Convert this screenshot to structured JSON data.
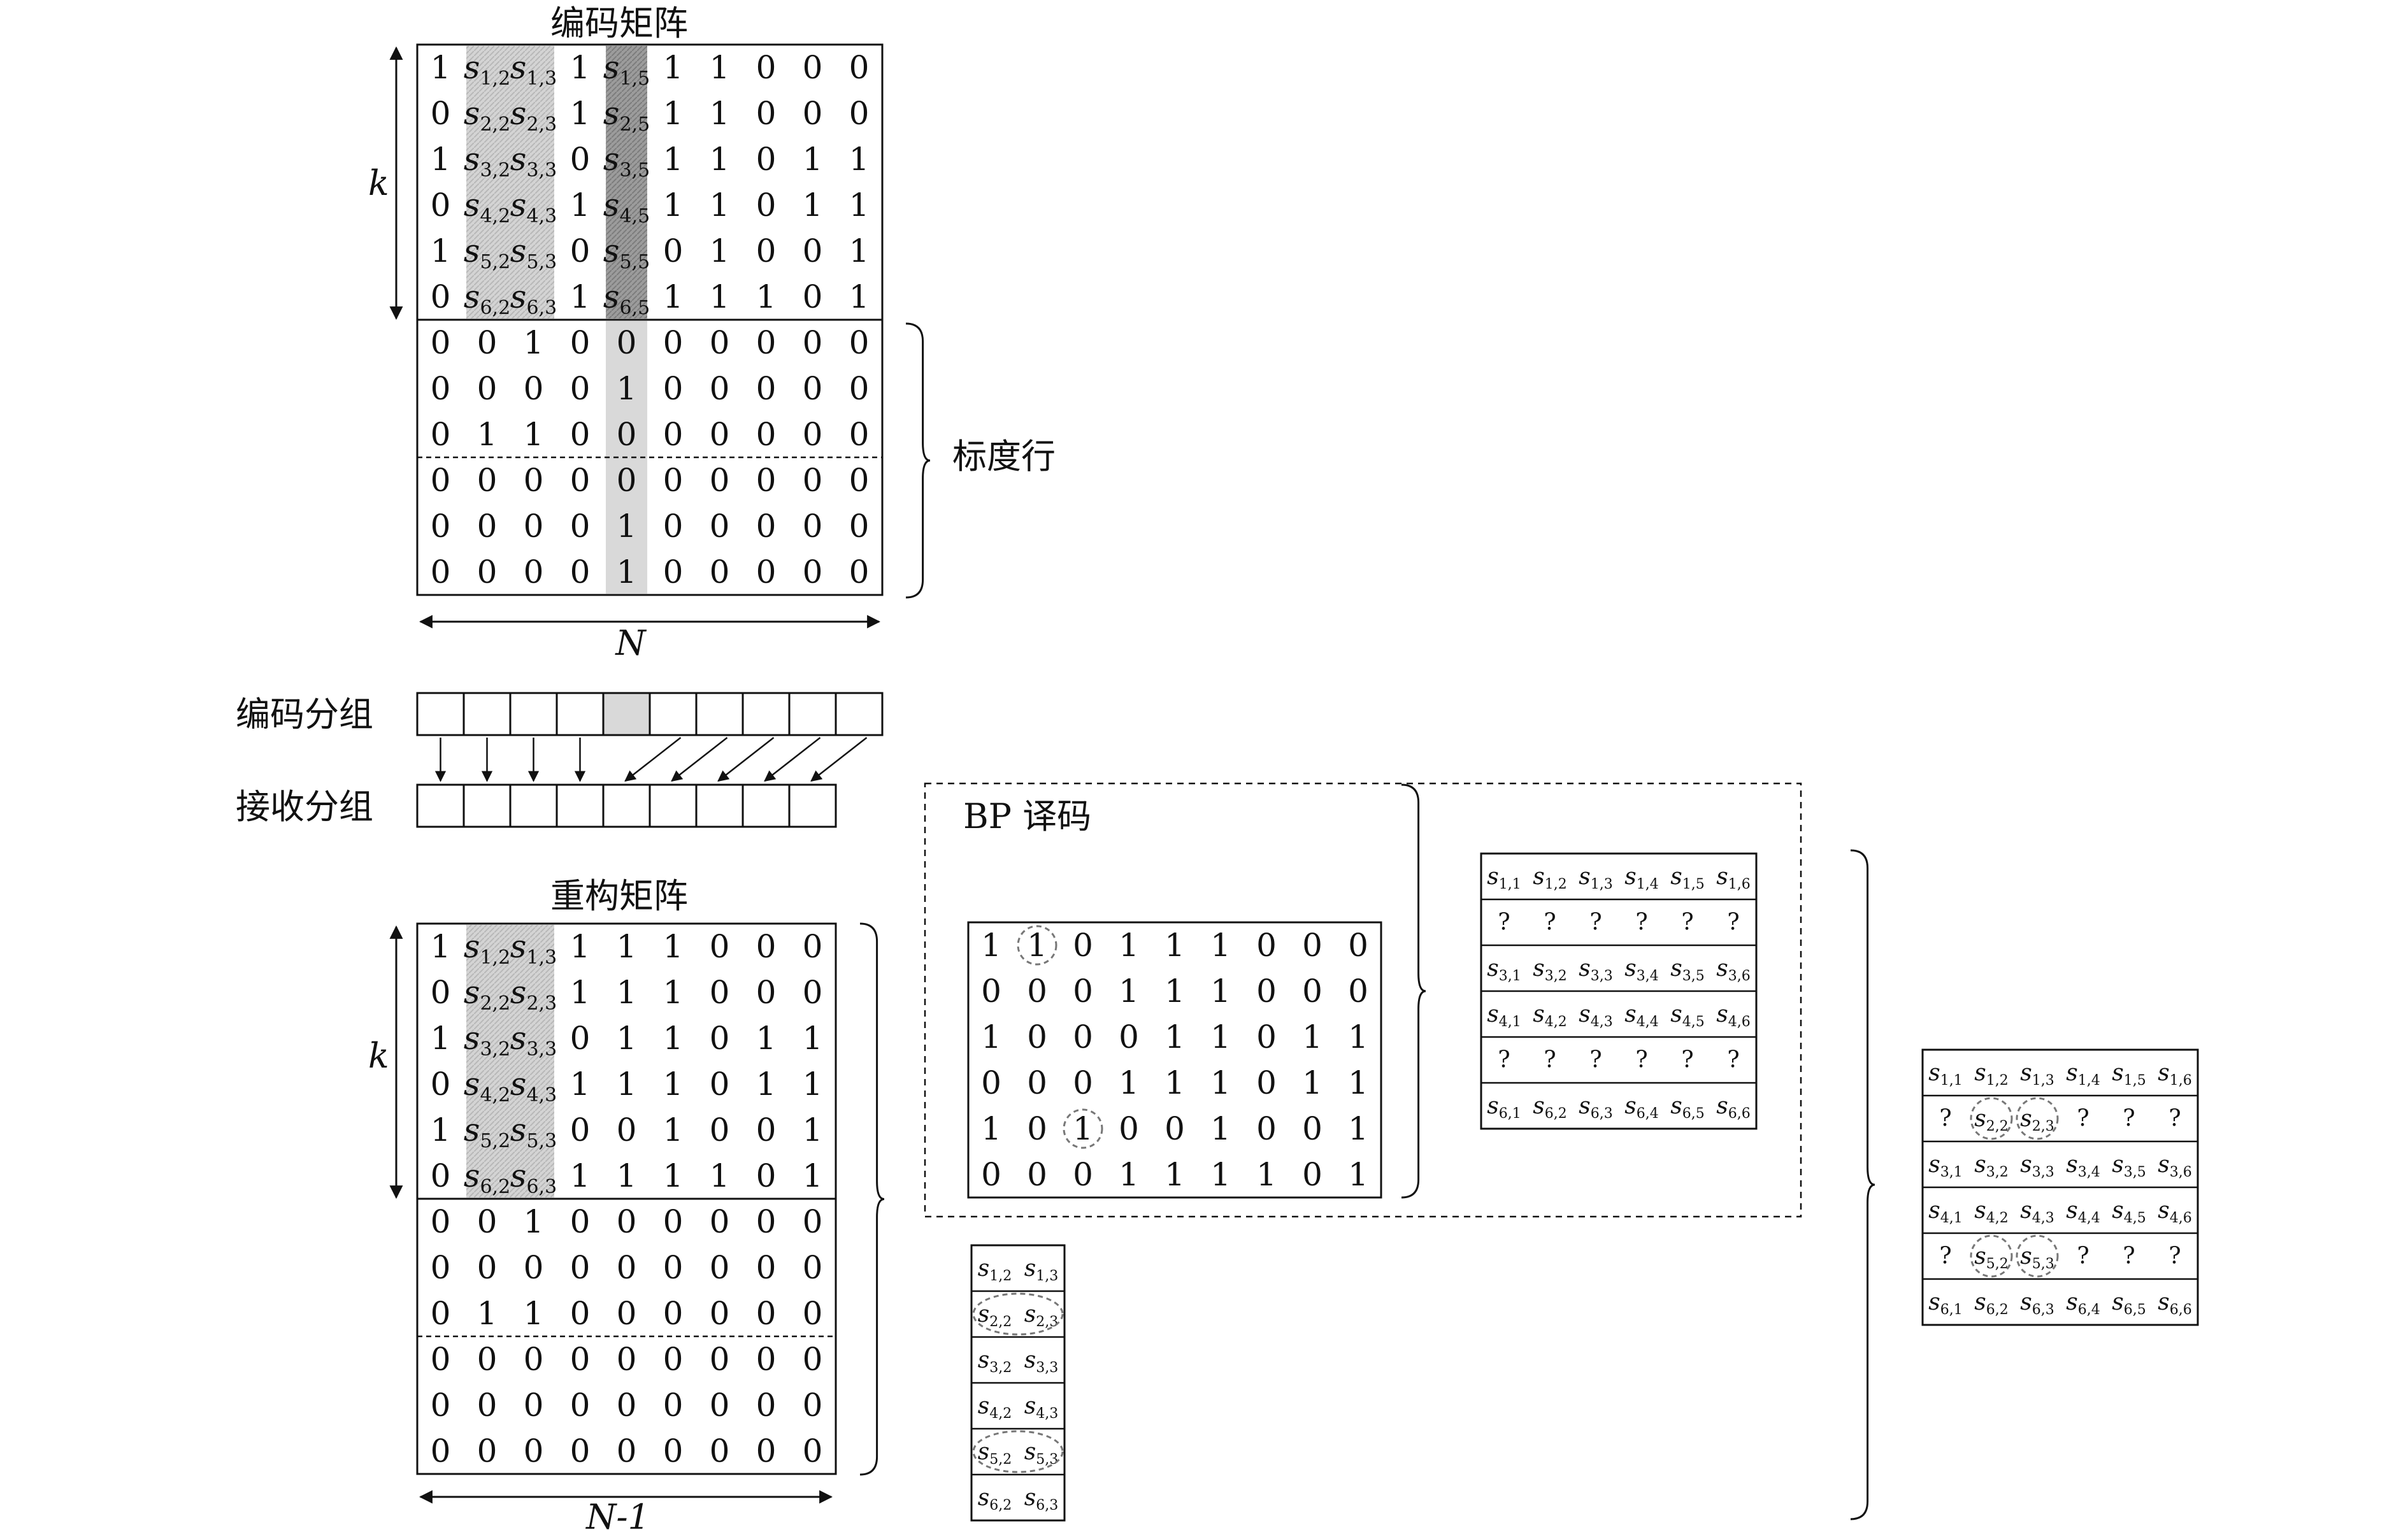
{
  "labels": {
    "coding_matrix": "编码矩阵",
    "recon_matrix": "重构矩阵",
    "calibration_rows": "标度行",
    "coded_groups": "编码分组",
    "received_groups": "接收分组",
    "bp_decoding": "BP 译码",
    "k": "k",
    "N": "N",
    "N_minus_1": "N-1"
  },
  "coding_matrix": {
    "rows": [
      [
        "1",
        "s1,2",
        "s1,3",
        "1",
        "s1,5",
        "1",
        "1",
        "0",
        "0",
        "0"
      ],
      [
        "0",
        "s2,2",
        "s2,3",
        "1",
        "s2,5",
        "1",
        "1",
        "0",
        "0",
        "0"
      ],
      [
        "1",
        "s3,2",
        "s3,3",
        "0",
        "s3,5",
        "1",
        "1",
        "0",
        "1",
        "1"
      ],
      [
        "0",
        "s4,2",
        "s4,3",
        "1",
        "s4,5",
        "1",
        "1",
        "0",
        "1",
        "1"
      ],
      [
        "1",
        "s5,2",
        "s5,3",
        "0",
        "s5,5",
        "0",
        "1",
        "0",
        "0",
        "1"
      ],
      [
        "0",
        "s6,2",
        "s6,3",
        "1",
        "s6,5",
        "1",
        "1",
        "1",
        "0",
        "1"
      ],
      [
        "0",
        "0",
        "1",
        "0",
        "0",
        "0",
        "0",
        "0",
        "0",
        "0"
      ],
      [
        "0",
        "0",
        "0",
        "0",
        "1",
        "0",
        "0",
        "0",
        "0",
        "0"
      ],
      [
        "0",
        "1",
        "1",
        "0",
        "0",
        "0",
        "0",
        "0",
        "0",
        "0"
      ],
      [
        "0",
        "0",
        "0",
        "0",
        "0",
        "0",
        "0",
        "0",
        "0",
        "0"
      ],
      [
        "0",
        "0",
        "0",
        "0",
        "1",
        "0",
        "0",
        "0",
        "0",
        "0"
      ],
      [
        "0",
        "0",
        "0",
        "0",
        "1",
        "0",
        "0",
        "0",
        "0",
        "0"
      ]
    ]
  },
  "recon_matrix": {
    "rows": [
      [
        "1",
        "s1,2",
        "s1,3",
        "1",
        "1",
        "1",
        "0",
        "0",
        "0"
      ],
      [
        "0",
        "s2,2",
        "s2,3",
        "1",
        "1",
        "1",
        "0",
        "0",
        "0"
      ],
      [
        "1",
        "s3,2",
        "s3,3",
        "0",
        "1",
        "1",
        "0",
        "1",
        "1"
      ],
      [
        "0",
        "s4,2",
        "s4,3",
        "1",
        "1",
        "1",
        "0",
        "1",
        "1"
      ],
      [
        "1",
        "s5,2",
        "s5,3",
        "0",
        "0",
        "1",
        "0",
        "0",
        "1"
      ],
      [
        "0",
        "s6,2",
        "s6,3",
        "1",
        "1",
        "1",
        "1",
        "0",
        "1"
      ],
      [
        "0",
        "0",
        "1",
        "0",
        "0",
        "0",
        "0",
        "0",
        "0"
      ],
      [
        "0",
        "0",
        "0",
        "0",
        "0",
        "0",
        "0",
        "0",
        "0"
      ],
      [
        "0",
        "1",
        "1",
        "0",
        "0",
        "0",
        "0",
        "0",
        "0"
      ],
      [
        "0",
        "0",
        "0",
        "0",
        "0",
        "0",
        "0",
        "0",
        "0"
      ],
      [
        "0",
        "0",
        "0",
        "0",
        "0",
        "0",
        "0",
        "0",
        "0"
      ],
      [
        "0",
        "0",
        "0",
        "0",
        "0",
        "0",
        "0",
        "0",
        "0"
      ]
    ]
  },
  "bp_matrix": {
    "rows": [
      [
        "1",
        "1",
        "0",
        "1",
        "1",
        "1",
        "0",
        "0",
        "0"
      ],
      [
        "0",
        "0",
        "0",
        "1",
        "1",
        "1",
        "0",
        "0",
        "0"
      ],
      [
        "1",
        "0",
        "0",
        "0",
        "1",
        "1",
        "0",
        "1",
        "1"
      ],
      [
        "0",
        "0",
        "0",
        "1",
        "1",
        "1",
        "0",
        "1",
        "1"
      ],
      [
        "1",
        "0",
        "1",
        "0",
        "0",
        "1",
        "0",
        "0",
        "1"
      ],
      [
        "0",
        "0",
        "0",
        "1",
        "1",
        "1",
        "1",
        "0",
        "1"
      ]
    ]
  },
  "decoded_table": {
    "rows": [
      [
        "s1,1",
        "s1,2",
        "s1,3",
        "s1,4",
        "s1,5",
        "s1,6"
      ],
      [
        "?",
        "?",
        "?",
        "?",
        "?",
        "?"
      ],
      [
        "s3,1",
        "s3,2",
        "s3,3",
        "s3,4",
        "s3,5",
        "s3,6"
      ],
      [
        "s4,1",
        "s4,2",
        "s4,3",
        "s4,4",
        "s4,5",
        "s4,6"
      ],
      [
        "?",
        "?",
        "?",
        "?",
        "?",
        "?"
      ],
      [
        "s6,1",
        "s6,2",
        "s6,3",
        "s6,4",
        "s6,5",
        "s6,6"
      ]
    ]
  },
  "small_table": {
    "rows": [
      [
        "s1,2",
        "s1,3"
      ],
      [
        "s2,2",
        "s2,3"
      ],
      [
        "s3,2",
        "s3,3"
      ],
      [
        "s4,2",
        "s4,3"
      ],
      [
        "s5,2",
        "s5,3"
      ],
      [
        "s6,2",
        "s6,3"
      ]
    ]
  },
  "final_table": {
    "rows": [
      [
        "s1,1",
        "s1,2",
        "s1,3",
        "s1,4",
        "s1,5",
        "s1,6"
      ],
      [
        "?",
        "s2,2",
        "s2,3",
        "?",
        "?",
        "?"
      ],
      [
        "s3,1",
        "s3,2",
        "s3,3",
        "s3,4",
        "s3,5",
        "s3,6"
      ],
      [
        "s4,1",
        "s4,2",
        "s4,3",
        "s4,4",
        "s4,5",
        "s4,6"
      ],
      [
        "?",
        "s5,2",
        "s5,3",
        "?",
        "?",
        "?"
      ],
      [
        "s6,1",
        "s6,2",
        "s6,3",
        "s6,4",
        "s6,5",
        "s6,6"
      ]
    ]
  },
  "colors": {
    "light_shade": "#d9d9d9",
    "dark_shade": "#a8a8a8",
    "line": "#111111",
    "dashed_circle": "#777777"
  }
}
